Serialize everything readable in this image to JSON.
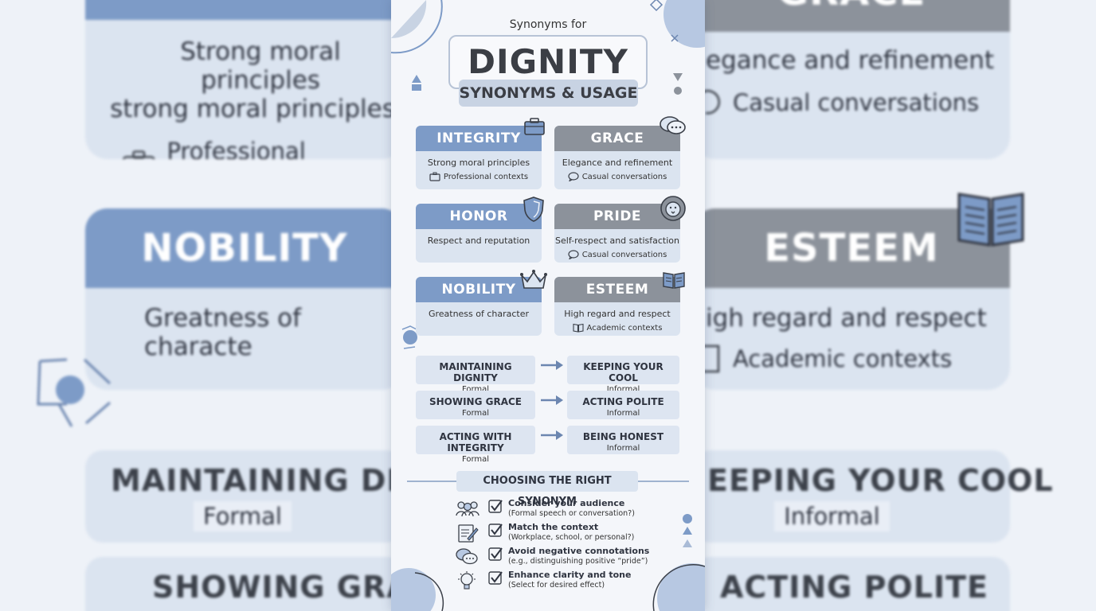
{
  "header": {
    "top_label": "Synonyms for",
    "title": "DIGNITY",
    "subtitle": "SYNONYMS & USAGE"
  },
  "cards": [
    {
      "title": "INTEGRITY",
      "description": "Strong moral principles",
      "context": "Professional contexts",
      "style": "blue",
      "icon": "briefcase-icon",
      "context_icon": "briefcase-icon"
    },
    {
      "title": "GRACE",
      "description": "Elegance and refinement",
      "context": "Casual conversations",
      "style": "gray",
      "icon": "speech-bubbles-icon",
      "context_icon": "speech-bubble-icon"
    },
    {
      "title": "HONOR",
      "description": "Respect and reputation",
      "context": "",
      "style": "blue",
      "icon": "shield-icon",
      "context_icon": ""
    },
    {
      "title": "PRIDE",
      "description": "Self-respect and satisfaction",
      "context": "Casual conversations",
      "style": "gray",
      "icon": "lion-icon",
      "context_icon": "speech-bubble-icon"
    },
    {
      "title": "NOBILITY",
      "description": "Greatness of character",
      "context": "",
      "style": "blue",
      "icon": "crown-icon",
      "context_icon": ""
    },
    {
      "title": "ESTEEM",
      "description": "High regard and respect",
      "context": "Academic contexts",
      "style": "gray",
      "icon": "open-book-icon",
      "context_icon": "book-icon"
    }
  ],
  "phrases": [
    {
      "formal": "MAINTAINING DIGNITY",
      "formal_label": "Formal",
      "informal": "KEEPING YOUR COOL",
      "informal_label": "Informal"
    },
    {
      "formal": "SHOWING GRACE",
      "formal_label": "Formal",
      "informal": "ACTING POLITE",
      "informal_label": "Informal"
    },
    {
      "formal": "ACTING WITH INTEGRITY",
      "formal_label": "Formal",
      "informal": "BEING HONEST",
      "informal_label": "Informal"
    }
  ],
  "guide": {
    "title": "CHOOSING THE RIGHT SYNONYM",
    "tips": [
      {
        "title": "Consider your audience",
        "detail": "(Formal speech or conversation?)",
        "icon": "people-icon"
      },
      {
        "title": "Match the context",
        "detail": "(Workplace, school, or personal?)",
        "icon": "notepad-icon"
      },
      {
        "title": "Avoid negative connotations",
        "detail": "(e.g., distinguishing positive “pride”)",
        "icon": "chat-icon"
      },
      {
        "title": "Enhance clarity and tone",
        "detail": "(Select for desired effect)",
        "icon": "lightbulb-icon"
      }
    ]
  },
  "background": {
    "integrity_head": "INTEGRITY",
    "integrity_desc_1": "Strong moral principles",
    "integrity_desc_2": "strong moral principles",
    "integrity_ctx": "Professional contexts",
    "grace_head": "GRACE",
    "grace_desc": "egance and refinement",
    "grace_ctx": "Casual conversations",
    "nobility_head": "NOBILITY",
    "nobility_desc": "Greatness of characte",
    "esteem_head": "ESTEEM",
    "esteem_desc": "igh regard and respect",
    "esteem_ctx": "Academic contexts",
    "pill_1_title": "MAINTAINING DIGNI",
    "pill_1_sub": "Formal",
    "pill_2_title": "EEPING YOUR COOL",
    "pill_2_sub": "Informal",
    "pill_3_title": "SHOWING GRACE",
    "pill_4_title": "ACTING POLITE"
  },
  "colors": {
    "blue_header": "#7d9bc7",
    "gray_header": "#8c929b",
    "card_body": "#dbe4f0",
    "page_bg": "#eef2f8",
    "accent_line": "#9fb3cf"
  }
}
